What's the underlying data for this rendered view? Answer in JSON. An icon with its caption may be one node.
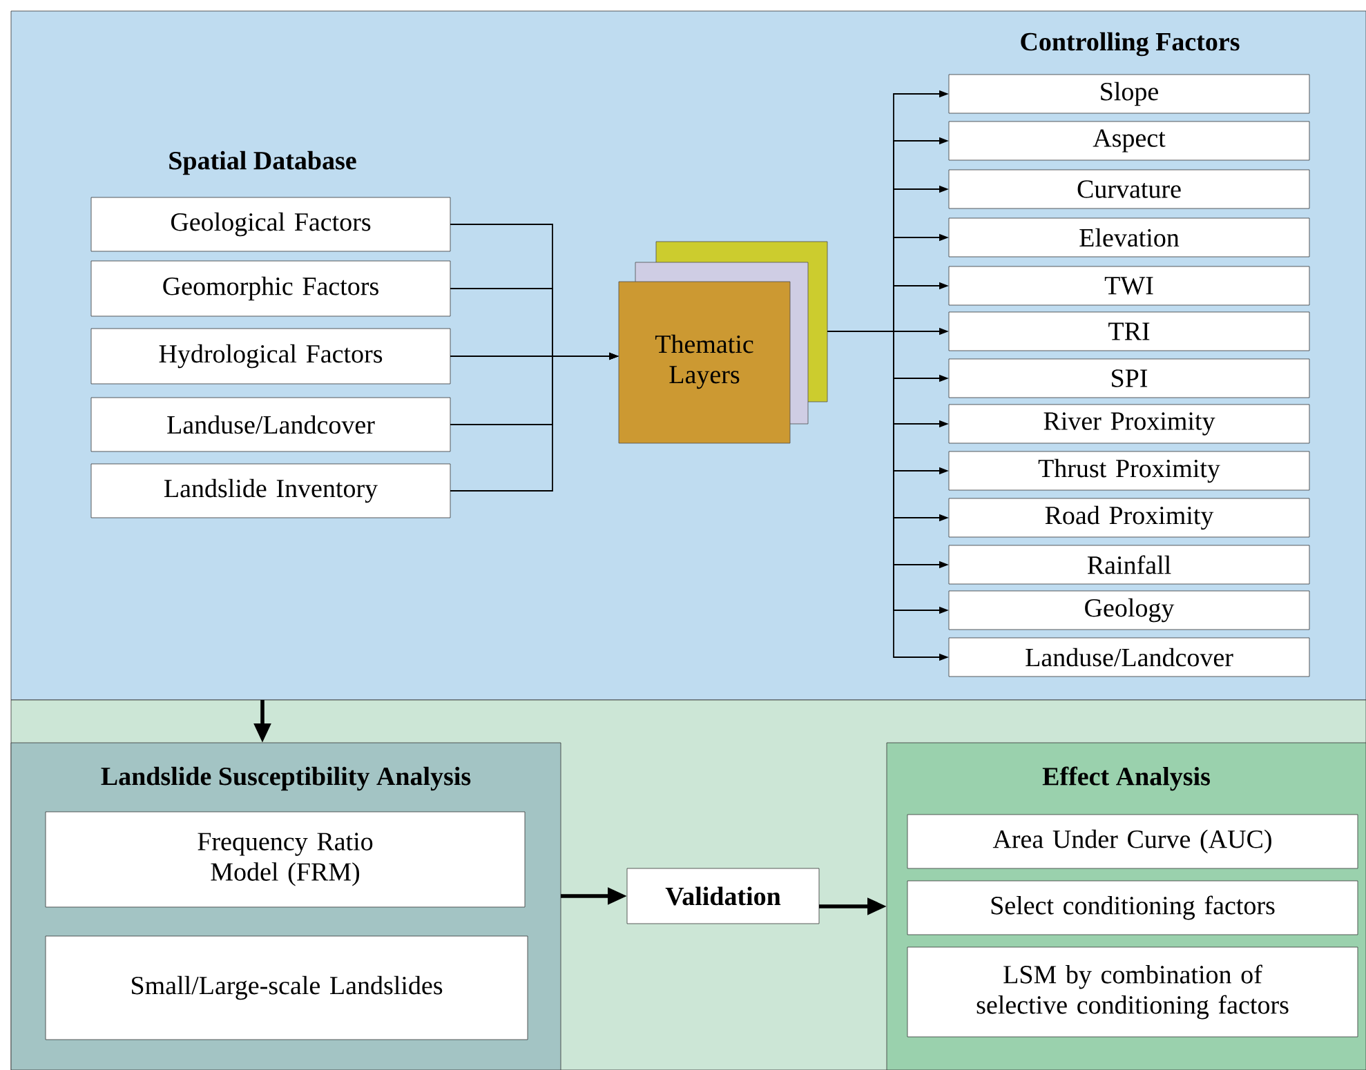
{
  "diagram": {
    "nodes": [
      {
        "text": [],
        "shape": "box"
      },
      {
        "text": [],
        "shape": "box"
      },
      {
        "text": [
          "Geological Factors"
        ],
        "in": 0
      },
      {
        "text": [
          "Geomorphic Factors"
        ],
        "in": 0
      },
      {
        "text": [
          "Hydrological Factors"
        ],
        "in": 0
      },
      {
        "text": [
          "Landuse/Landcover"
        ],
        "in": 0
      },
      {
        "text": [
          "Landslide Inventory"
        ],
        "in": 0
      },
      {
        "text": [
          "Thematic Layers"
        ],
        "in": 0
      },
      {
        "text": [
          "Slope"
        ],
        "in": 0
      },
      {
        "text": [
          "Aspect"
        ],
        "in": 0
      },
      {
        "text": [
          "Curvature"
        ],
        "in": 0
      },
      {
        "text": [
          "Elevation"
        ],
        "in": 0
      },
      {
        "text": [
          "TWI"
        ],
        "in": 0
      },
      {
        "text": [
          "TRI"
        ],
        "in": 0
      },
      {
        "text": [
          "SPI"
        ],
        "in": 0
      },
      {
        "text": [
          "River Proximity"
        ],
        "in": 0
      },
      {
        "text": [
          "Thrust Proximity"
        ],
        "in": 0
      },
      {
        "text": [
          "Road Proximity"
        ],
        "in": 0
      },
      {
        "text": [
          "Rainfall"
        ],
        "in": 0
      },
      {
        "text": [
          "Geology"
        ],
        "in": 0
      },
      {
        "text": [
          "Landuse/Landcover"
        ],
        "in": 0
      },
      {
        "text": [
          "Landslide Susceptibility Analysis"
        ],
        "in": 1
      },
      {
        "text": [
          "Frequency Ratio Model (FRM)"
        ],
        "in": 21
      },
      {
        "text": [
          "Small/Large-scale Landslides"
        ],
        "in": 21
      },
      {
        "text": [
          "Validation"
        ],
        "in": 1
      },
      {
        "text": [
          "Effect Analysis"
        ],
        "in": 1
      },
      {
        "text": [
          "Area Under Curve (AUC)"
        ],
        "in": 25
      },
      {
        "text": [
          "Select conditioning factors"
        ],
        "in": 25
      },
      {
        "text": [
          "LSM by combination of selective conditioning factors"
        ],
        "in": 25
      }
    ],
    "edges": [
      {
        "from": 2,
        "to": 7,
        "arrow": "to"
      },
      {
        "from": 3,
        "to": 7,
        "arrow": "to"
      },
      {
        "from": 4,
        "to": 7,
        "arrow": "to"
      },
      {
        "from": 5,
        "to": 7,
        "arrow": "to"
      },
      {
        "from": 6,
        "to": 7,
        "arrow": "to"
      },
      {
        "from": 7,
        "to": 8,
        "arrow": "to"
      },
      {
        "from": 7,
        "to": 9,
        "arrow": "to"
      },
      {
        "from": 7,
        "to": 10,
        "arrow": "to"
      },
      {
        "from": 7,
        "to": 11,
        "arrow": "to"
      },
      {
        "from": 7,
        "to": 12,
        "arrow": "to"
      },
      {
        "from": 7,
        "to": 13,
        "arrow": "to"
      },
      {
        "from": 7,
        "to": 14,
        "arrow": "to"
      },
      {
        "from": 7,
        "to": 15,
        "arrow": "to"
      },
      {
        "from": 7,
        "to": 16,
        "arrow": "to"
      },
      {
        "from": 7,
        "to": 17,
        "arrow": "to"
      },
      {
        "from": 7,
        "to": 18,
        "arrow": "to"
      },
      {
        "from": 7,
        "to": 19,
        "arrow": "to"
      },
      {
        "from": 7,
        "to": 20,
        "arrow": "to"
      },
      {
        "from": 0,
        "to": 21,
        "arrow": "to",
        "style": "thick"
      },
      {
        "from": 21,
        "to": 24,
        "arrow": "to",
        "style": "thick"
      },
      {
        "from": 24,
        "to": 25,
        "arrow": "to",
        "style": "thick"
      }
    ],
    "labels": [
      "Spatial Database",
      "Controlling Factors"
    ]
  }
}
